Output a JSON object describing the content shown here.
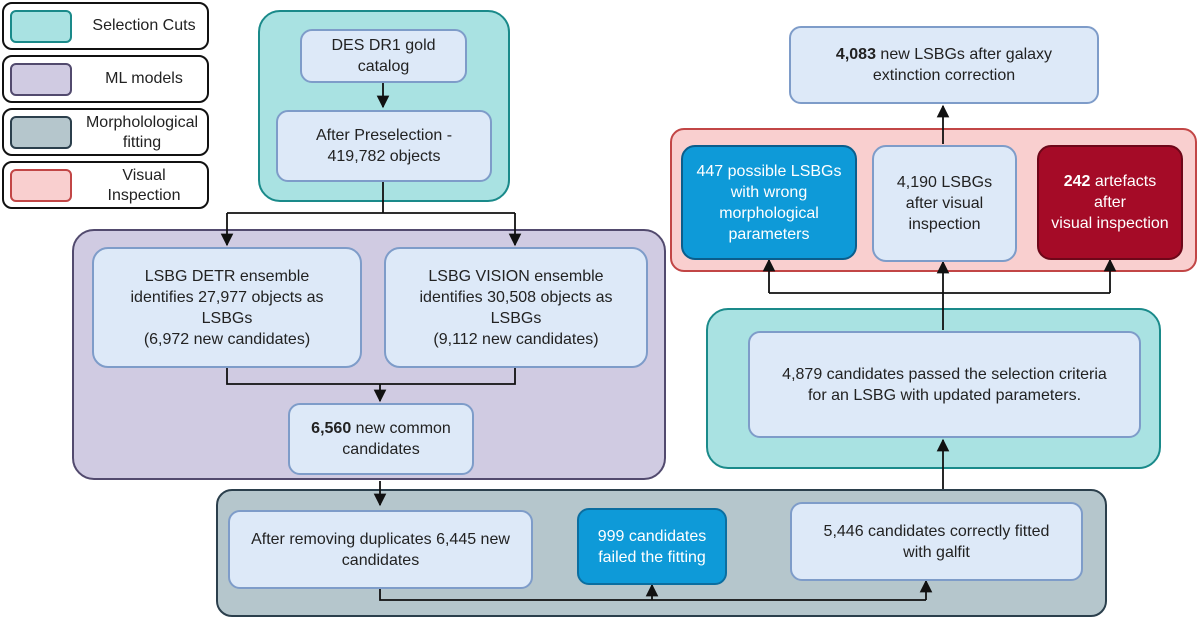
{
  "colors": {
    "selection_cuts_fill": "#a9e2e2",
    "selection_cuts_border": "#1a8a8a",
    "ml_models_fill": "#d0cbe2",
    "ml_models_border": "#524a6e",
    "morph_fill": "#b5c6cc",
    "morph_border": "#2b3f4c",
    "visual_fill": "#f9cfcf",
    "visual_border": "#c24646",
    "node_fill": "#dde9f8",
    "node_border": "#7e9cc9",
    "blue_node_fill": "#0e9ad8",
    "dark_red_node_fill": "#a50b27"
  },
  "legend": [
    {
      "label": "Selection Cuts"
    },
    {
      "label": "ML models"
    },
    {
      "label": "Morpholological\nfitting"
    },
    {
      "label": "Visual\nInspection"
    }
  ],
  "nodes": {
    "des_catalog": "DES DR1 gold\ncatalog",
    "preselection": "After Preselection -\n419,782 objects",
    "detr": "LSBG DETR ensemble\nidentifies 27,977 objects as\nLSBGs\n(6,972 new candidates)",
    "vision": "LSBG VISION ensemble\nidentifies 30,508 objects as\nLSBGs\n(9,112 new candidates)",
    "common_bold": "6,560",
    "common_rest": " new common\ncandidates",
    "duplicates": "After removing duplicates  6,445 new\ncandidates",
    "failed": "999 candidates\nfailed the fitting",
    "fitted": "5,446 candidates correctly  fitted\nwith galfit",
    "passed": "4,879 candidates passed the selection criteria\nfor an LSBG with updated parameters.",
    "wrong_morph": "447 possible LSBGs\nwith wrong\nmorphological\nparameters",
    "visual_lsbgs": "4,190 LSBGs\nafter visual\ninspection",
    "artefacts_bold": "242",
    "artefacts_rest": " artefacts\nafter\nvisual inspection",
    "final_bold": "4,083",
    "final_rest": " new LSBGs after galaxy\nextinction correction"
  }
}
